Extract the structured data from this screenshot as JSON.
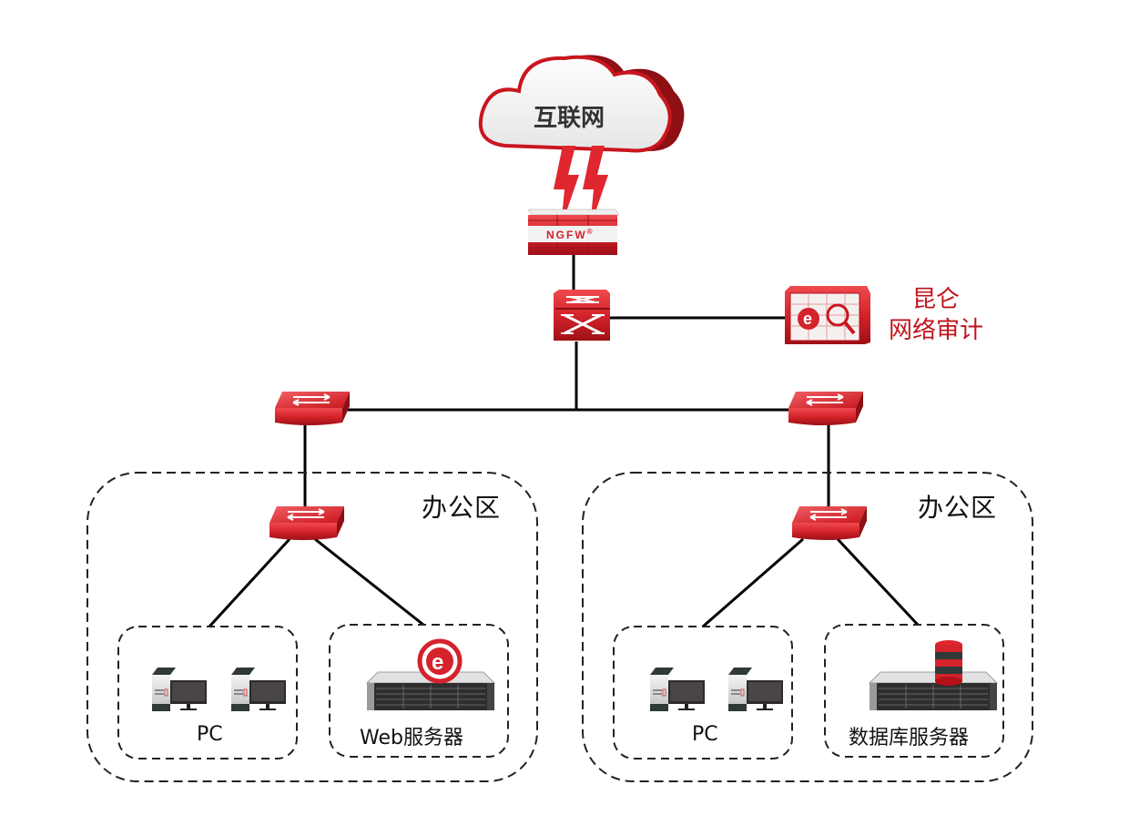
{
  "diagram": {
    "type": "network-topology",
    "colors": {
      "device_red": "#d4232b",
      "device_dark": "#8e0f14",
      "audit_text": "#c0141c",
      "line": "#000000",
      "dashed": "#222222"
    },
    "nodes": {
      "internet": {
        "label": "互联网",
        "icon": "cloud-icon"
      },
      "firewall": {
        "label": "NGFW",
        "mark": "®",
        "icon": "firewall-icon"
      },
      "core_switch": {
        "icon": "core-switch-icon"
      },
      "audit": {
        "label_line1": "昆仑",
        "label_line2": "网络审计",
        "icon": "audit-device-icon"
      },
      "dist_switch_left": {
        "icon": "switch-icon"
      },
      "dist_switch_right": {
        "icon": "switch-icon"
      },
      "access_switch_left": {
        "icon": "switch-icon"
      },
      "access_switch_right": {
        "icon": "switch-icon"
      }
    },
    "zones": [
      {
        "label": "办公区",
        "groups": [
          {
            "label": "PC",
            "icon": "pc-icon",
            "count": 2
          },
          {
            "label": "Web服务器",
            "icon": "web-server-icon"
          }
        ]
      },
      {
        "label": "办公区",
        "groups": [
          {
            "label": "PC",
            "icon": "pc-icon",
            "count": 2
          },
          {
            "label": "数据库服务器",
            "icon": "database-server-icon"
          }
        ]
      }
    ],
    "links": [
      [
        "internet",
        "firewall"
      ],
      [
        "firewall",
        "core_switch"
      ],
      [
        "core_switch",
        "audit"
      ],
      [
        "core_switch",
        "dist_switch_left"
      ],
      [
        "core_switch",
        "dist_switch_right"
      ],
      [
        "dist_switch_left",
        "access_switch_left"
      ],
      [
        "dist_switch_right",
        "access_switch_right"
      ],
      [
        "access_switch_left",
        "zone1.pc"
      ],
      [
        "access_switch_left",
        "zone1.web_server"
      ],
      [
        "access_switch_right",
        "zone2.pc"
      ],
      [
        "access_switch_right",
        "zone2.database_server"
      ]
    ]
  }
}
